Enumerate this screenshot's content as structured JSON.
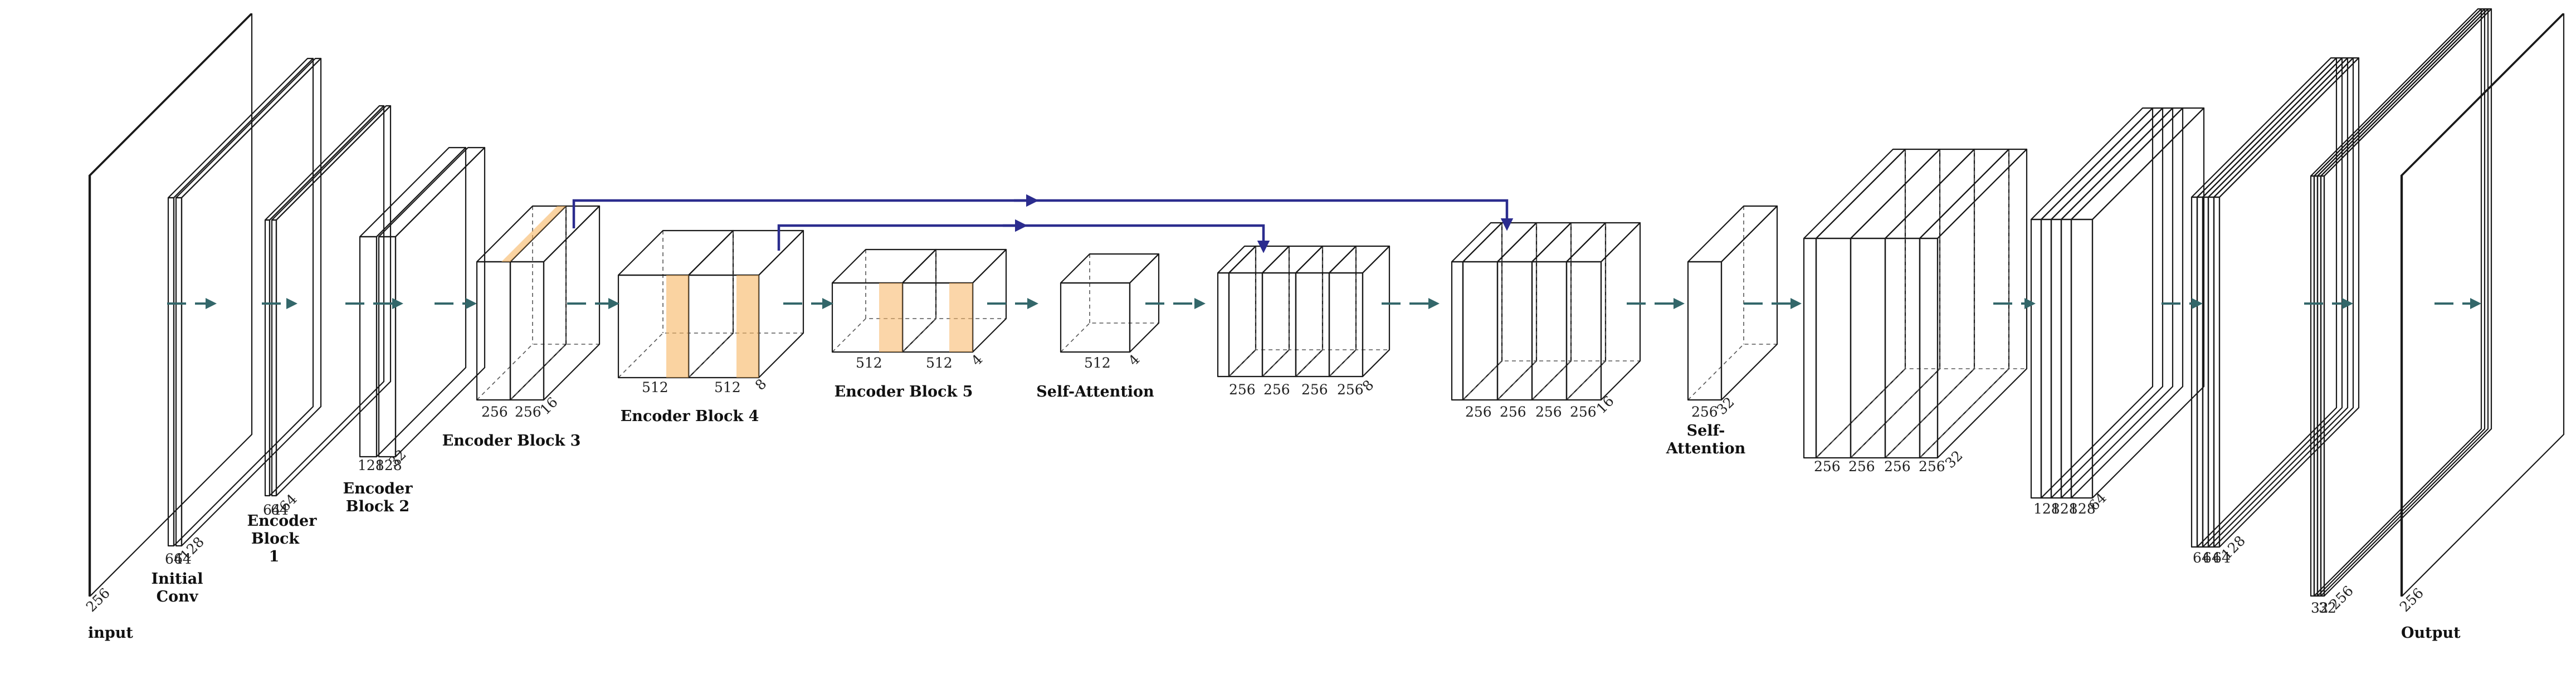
{
  "colors": {
    "input_output": "#c08cc0",
    "conv_orange": "#f7b563",
    "conv_light": "#fde7c1",
    "pool_dark": "#e89a4a",
    "decoder_blue": "#5a7fa6",
    "decoder_gray": "#8c8c8c",
    "skip_line": "#2b2c8e",
    "flow_arrow": "#33676a"
  },
  "labels": {
    "input": "input",
    "initial_conv": [
      "Initial",
      "Conv"
    ],
    "encoder_block_1": [
      "Encoder",
      "Block",
      "1"
    ],
    "encoder_block_2": [
      "Encoder",
      "Block 2"
    ],
    "encoder_block_3": "Encoder Block 3",
    "encoder_block_4": "Encoder Block 4",
    "encoder_block_5": "Encoder Block 5",
    "self_attention_1": "Self-Attention",
    "self_attention_2": [
      "Self-",
      "Attention"
    ],
    "output": "Output"
  },
  "dims": {
    "input": [
      "256"
    ],
    "initial_conv": [
      "64",
      "64",
      "128"
    ],
    "encoder_block_1": [
      "64",
      "64",
      "64"
    ],
    "encoder_block_2": [
      "128",
      "128",
      "32"
    ],
    "encoder_block_3": [
      "256",
      "256",
      "16"
    ],
    "encoder_block_4": [
      "512",
      "512",
      "8"
    ],
    "encoder_block_5": [
      "512",
      "512",
      "4"
    ],
    "self_attention_1": [
      "512",
      "4"
    ],
    "decoder_1": [
      "256",
      "256",
      "256",
      "256",
      "8"
    ],
    "decoder_2": [
      "256",
      "256",
      "256",
      "256",
      "16"
    ],
    "self_attention_2": [
      "256",
      "32"
    ],
    "decoder_3": [
      "256",
      "256",
      "256",
      "256",
      "32"
    ],
    "decoder_4": [
      "128",
      "128",
      "128",
      "64"
    ],
    "decoder_5": [
      "64",
      "64",
      "64",
      "128"
    ],
    "decoder_6": [
      "32",
      "32",
      "256"
    ],
    "output": [
      "256"
    ]
  }
}
